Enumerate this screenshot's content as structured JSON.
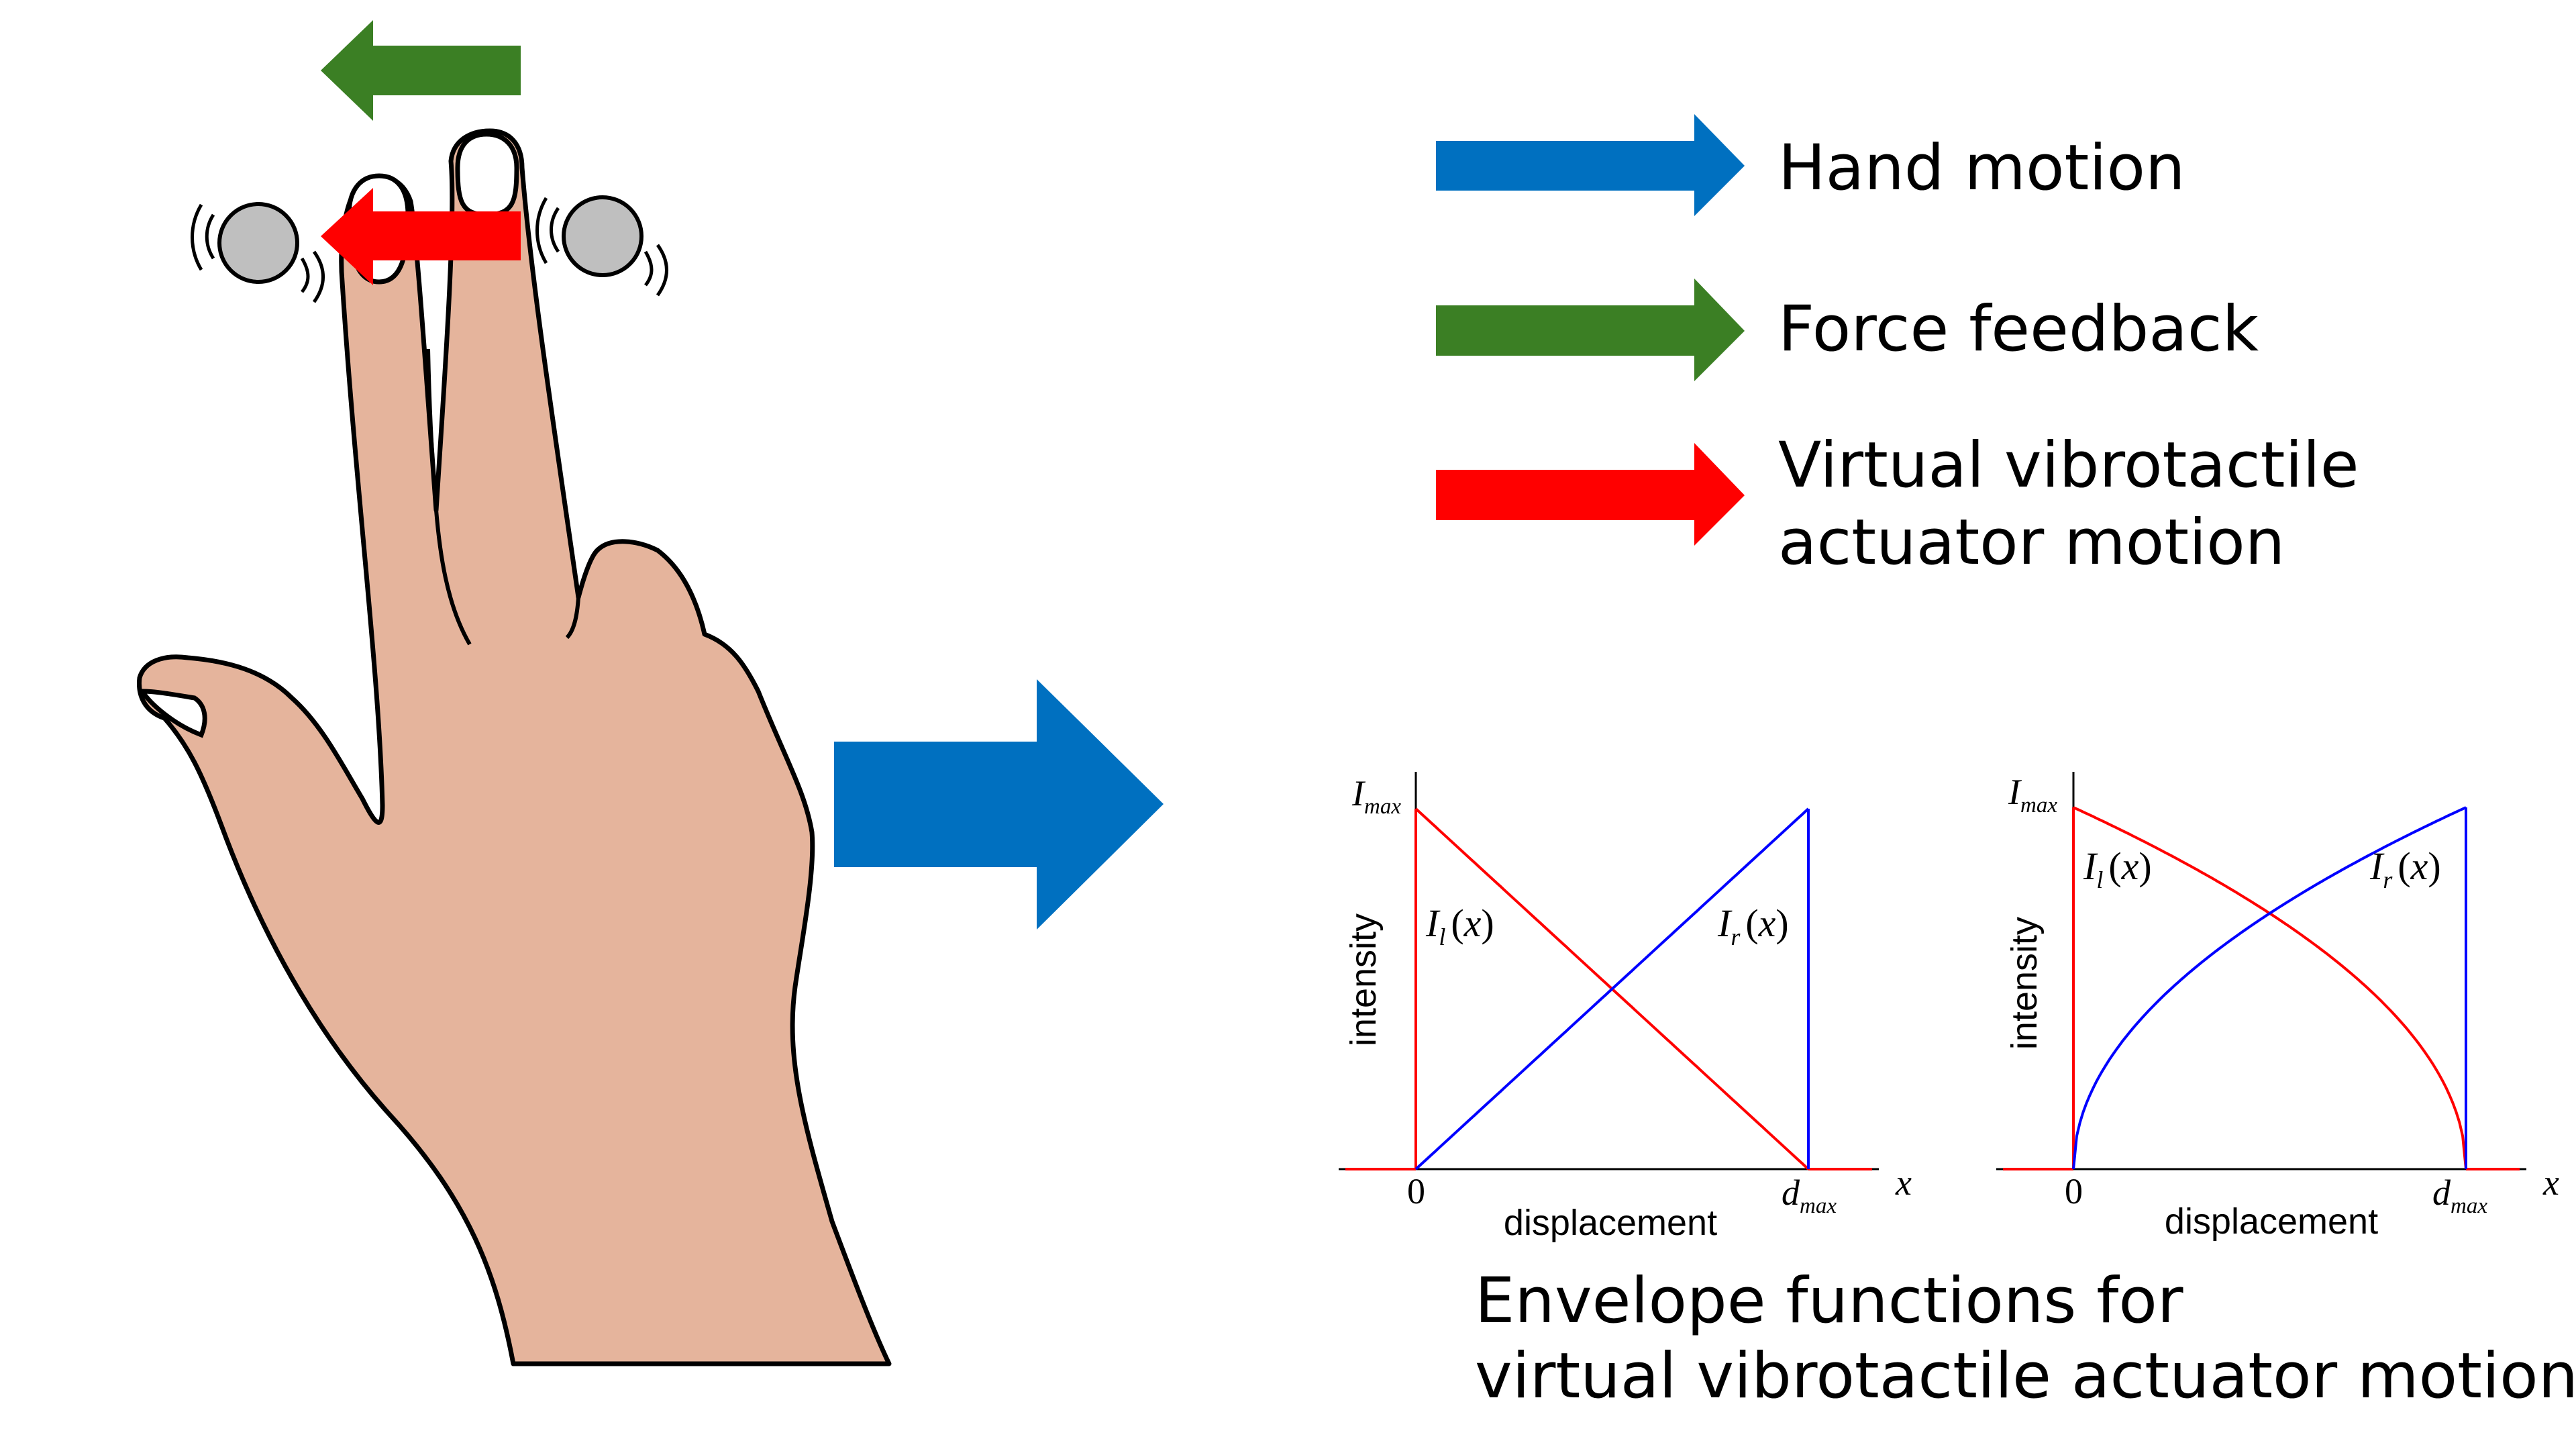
{
  "legend": {
    "items": [
      {
        "label": "Hand motion",
        "color": "#0070c0",
        "icon": "arrow-right-icon"
      },
      {
        "label": "Force feedback",
        "color": "#3b7f24",
        "icon": "arrow-right-icon"
      },
      {
        "label_lines": [
          "Virtual vibrotactile",
          "actuator motion"
        ],
        "color": "#ff0000",
        "icon": "arrow-right-icon"
      }
    ]
  },
  "hand": {
    "skin_color": "#e5b49c",
    "actuator_color": "#bfbfbf",
    "force_arrow_color": "#3b7f24",
    "actuator_arrow_color": "#ff0000",
    "motion_arrow_color": "#0070c0"
  },
  "caption": {
    "line1": "Envelope functions for",
    "line2": "virtual vibrotactile actuator motion"
  },
  "plots": [
    {
      "type": "line",
      "ylabel": "intensity",
      "xlabel": "displacement",
      "x_var": "x",
      "y_max_label": {
        "main": "I",
        "sub": "max"
      },
      "x_zero_label": "0",
      "x_max_label": {
        "main": "d",
        "sub": "max"
      },
      "series": [
        {
          "name": {
            "main": "I",
            "sub": "l",
            "arg": "(x)"
          },
          "color": "#ff0000",
          "shape": "linear-decreasing",
          "x": [
            0,
            1
          ],
          "y": [
            1,
            0
          ]
        },
        {
          "name": {
            "main": "I",
            "sub": "r",
            "arg": "(x)"
          },
          "color": "#0000ff",
          "shape": "linear-increasing",
          "x": [
            0,
            1
          ],
          "y": [
            0,
            1
          ]
        }
      ]
    },
    {
      "type": "line",
      "ylabel": "intensity",
      "xlabel": "displacement",
      "x_var": "x",
      "y_max_label": {
        "main": "I",
        "sub": "max"
      },
      "x_zero_label": "0",
      "x_max_label": {
        "main": "d",
        "sub": "max"
      },
      "series": [
        {
          "name": {
            "main": "I",
            "sub": "l",
            "arg": "(x)"
          },
          "color": "#ff0000",
          "shape": "sqrt-decreasing",
          "x": [
            0,
            1
          ],
          "y": [
            1,
            0
          ]
        },
        {
          "name": {
            "main": "I",
            "sub": "r",
            "arg": "(x)"
          },
          "color": "#0000ff",
          "shape": "sqrt-increasing",
          "x": [
            0,
            1
          ],
          "y": [
            0,
            1
          ]
        }
      ]
    }
  ]
}
